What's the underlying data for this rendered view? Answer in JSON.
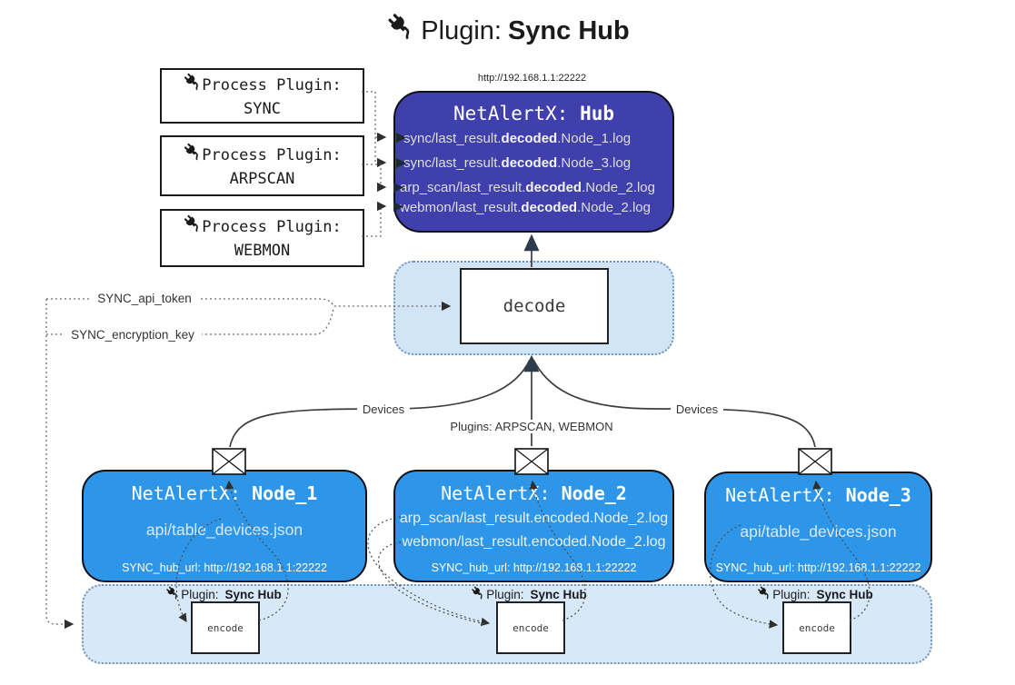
{
  "title": {
    "prefix": "Plugin:",
    "name": "Sync Hub"
  },
  "process_plugins": [
    {
      "label": "Process Plugin:",
      "name": "SYNC"
    },
    {
      "label": "Process Plugin:",
      "name": "ARPSCAN"
    },
    {
      "label": "Process Plugin:",
      "name": "WEBMON"
    }
  ],
  "hub": {
    "url": "http://192.168.1.1:22222",
    "name_prefix": "NetAlertX: ",
    "name": "Hub",
    "files": [
      {
        "pre": "sync/last_result.",
        "bold": "decoded",
        "post": ".Node_1.log"
      },
      {
        "pre": "sync/last_result.",
        "bold": "decoded",
        "post": ".Node_3.log"
      },
      {
        "pre": "arp_scan/last_result.",
        "bold": "decoded",
        "post": ".Node_2.log"
      },
      {
        "pre": "webmon/last_result.",
        "bold": "decoded",
        "post": ".Node_2.log"
      }
    ]
  },
  "decode_label": "decode",
  "config": {
    "api_token": "SYNC_api_token",
    "encryption_key": "SYNC_encryption_key"
  },
  "edge_labels": {
    "devices_left": "Devices",
    "devices_right": "Devices",
    "plugins": "Plugins: ARPSCAN, WEBMON"
  },
  "nodes": [
    {
      "name_prefix": "NetAlertX: ",
      "name": "Node_1",
      "files": [
        "api/table_devices.json"
      ],
      "hub_url": "SYNC_hub_url: http://192.168.1.1:22222"
    },
    {
      "name_prefix": "NetAlertX: ",
      "name": "Node_2",
      "files": [
        "arp_scan/last_result.encoded.Node_2.log",
        "webmon/last_result.encoded.Node_2.log"
      ],
      "hub_url": "SYNC_hub_url: http://192.168.1.1:22222"
    },
    {
      "name_prefix": "NetAlertX: ",
      "name": "Node_3",
      "files": [
        "api/table_devices.json"
      ],
      "hub_url": "SYNC_hub_url: http://192.168.1.1:22222"
    }
  ],
  "encode": {
    "plugin_prefix": "Plugin:",
    "plugin_name": "Sync Hub",
    "label": "encode"
  },
  "colors": {
    "hub_bg": "#4040ad",
    "node_bg": "#2e96e8",
    "band_bg": "#d7e8f9",
    "decode_bg": "#d2e5f7",
    "arrow_dark": "#2c3c4c"
  }
}
